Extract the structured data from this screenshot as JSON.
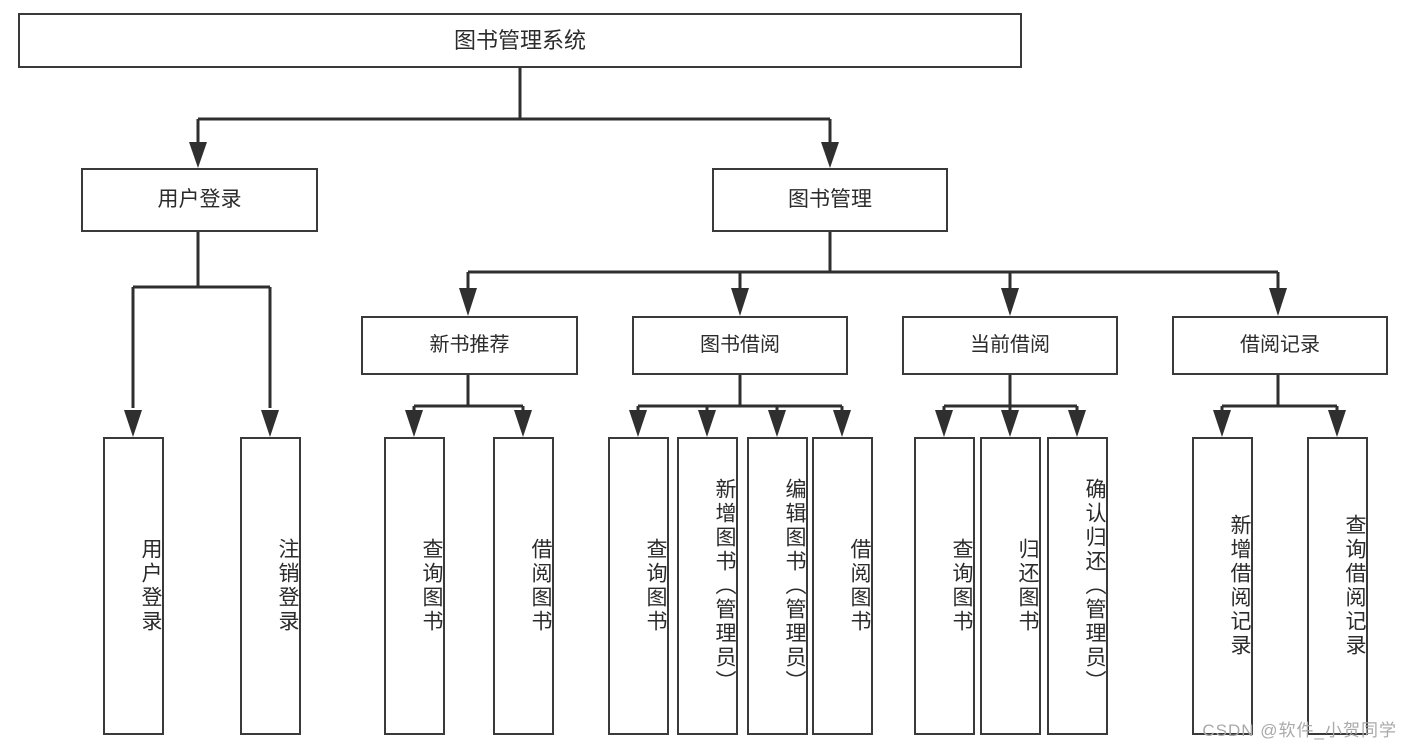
{
  "diagram": {
    "type": "tree",
    "title": "图书管理系统",
    "root": {
      "label": "图书管理系统"
    },
    "level1": [
      {
        "label": "用户登录"
      },
      {
        "label": "图书管理"
      }
    ],
    "level2": [
      {
        "label": "新书推荐"
      },
      {
        "label": "图书借阅"
      },
      {
        "label": "当前借阅"
      },
      {
        "label": "借阅记录"
      }
    ],
    "leaves": {
      "user_login": [
        {
          "label": "用户登录"
        },
        {
          "label": "注销登录"
        }
      ],
      "new_book_recommend": [
        {
          "label": "查询图书"
        },
        {
          "label": "借阅图书"
        }
      ],
      "book_borrow": [
        {
          "label": "查询图书"
        },
        {
          "label": "新增图书（管理员）"
        },
        {
          "label": "编辑图书（管理员）"
        },
        {
          "label": "借阅图书"
        }
      ],
      "current_borrow": [
        {
          "label": "查询图书"
        },
        {
          "label": "归还图书"
        },
        {
          "label": "确认归还（管理员）"
        }
      ],
      "borrow_record": [
        {
          "label": "新增借阅记录"
        },
        {
          "label": "查询借阅记录"
        }
      ]
    }
  },
  "watermark": {
    "text": "CSDN @软件_小贺同学"
  },
  "colors": {
    "box_border": "#3a3a3a",
    "box_fill": "#ffffff",
    "text": "#2b2b2b",
    "connector": "#2f2f2f",
    "watermark": "#a9a9a9",
    "background": "#ffffff"
  }
}
